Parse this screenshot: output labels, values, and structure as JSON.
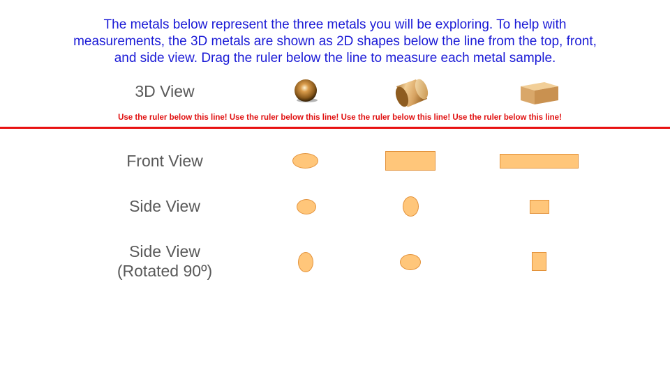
{
  "instructions": "The metals below represent the three metals you will be exploring. To help with measurements, the 3D metals are shown as 2D shapes below the line from the top, front, and side view. Drag the ruler below the line to measure each metal sample.",
  "labels": {
    "view_3d": "3D View",
    "front_view": "Front View",
    "side_view": "Side View",
    "side_view_rotated_line1": "Side View",
    "side_view_rotated_line2": "(Rotated 90º)"
  },
  "warning": "Use the ruler below this line! Use the ruler below this line! Use the ruler below this line! Use the ruler below this line!",
  "metals": [
    {
      "name": "sphere-metal",
      "shape": "sphere"
    },
    {
      "name": "cylinder-metal",
      "shape": "cylinder"
    },
    {
      "name": "block-metal",
      "shape": "rectangular-prism"
    }
  ],
  "colors": {
    "instruction_text": "#1a1ad6",
    "warning_text": "#e01010",
    "divider": "#e81212",
    "shape_fill": "#ffc67a",
    "shape_border": "#e3923a",
    "label_text": "#595959"
  }
}
